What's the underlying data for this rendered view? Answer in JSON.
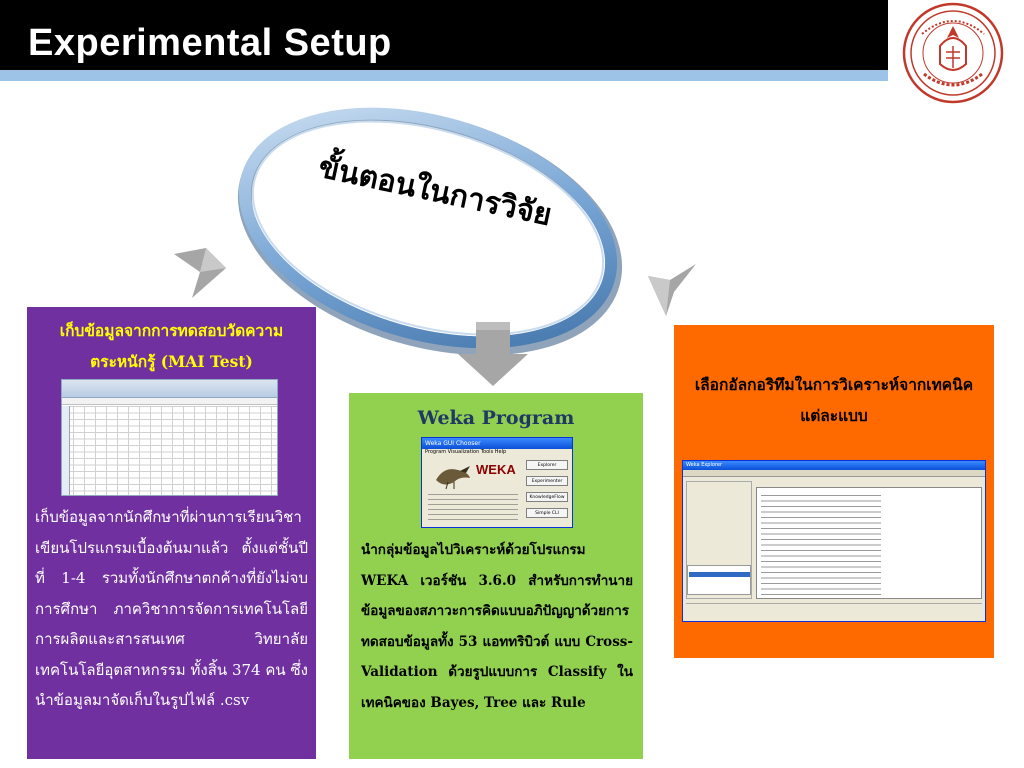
{
  "header": {
    "title": "Experimental Setup",
    "colors": {
      "bar": "#000000",
      "stripe": "#9dc3e6"
    }
  },
  "logo": {
    "icon": "university-seal-icon",
    "color": "#c0392b"
  },
  "center": {
    "label": "ขั้นตอนในการวิจัย",
    "ring_color": "#7aa7d6"
  },
  "panels": {
    "data_collection": {
      "color": "#7030a0",
      "title_line1": "เก็บข้อมูลจากการทดสอบวัดความ",
      "title_line2": "ตระหนักรู้ (MAI Test)",
      "screenshot": "excel-spreadsheet",
      "body": "เก็บข้อมูลจากนักศึกษาที่ผ่านการเรียนวิชาเขียนโปรแกรมเบื้องต้นมาแล้ว ตั้งแต่ชั้นปีที่ 1-4 รวมทั้งนักศึกษาตกค้างที่ยังไม่จบการศึกษา ภาควิชาการจัดการเทคโนโลยีการผลิตและสารสนเทศ วิทยาลัยเทคโนโลยีอุตสาหกรรม ทั้งสิ้น 374 คน ซึ่งนำข้อมูลมาจัดเก็บในรูปไฟล์ .csv"
    },
    "weka": {
      "color": "#92d050",
      "title": "Weka Program",
      "screenshot": "weka-gui-chooser",
      "window_title": "Weka GUI Chooser",
      "menu": "Program  Visualization  Tools  Help",
      "logo_text": "WEKA",
      "buttons": [
        "Explorer",
        "Experimenter",
        "KnowledgeFlow",
        "Simple CLI"
      ],
      "body": "นำกลุ่มข้อมูลไปวิเคราะห์ด้วยโปรแกรม WEKA เวอร์ชัน 3.6.0 สำหรับการทำนายข้อมูลของสภาวะการคิดแบบอภิปัญญาด้วยการทดสอบข้อมูลทั้ง 53 แอททริบิวต์ แบบ Cross-Validation ด้วยรูปแบบการ Classify ในเทคนิคของ Bayes, Tree และ Rule"
    },
    "algorithm": {
      "color": "#ff6a00",
      "title": "เลือกอัลกอริทึมในการวิเคราะห์จากเทคนิคแต่ละแบบ",
      "screenshot": "weka-explorer",
      "window_title": "Weka Explorer"
    }
  },
  "arrows": {
    "color": "#a6a6a6"
  }
}
